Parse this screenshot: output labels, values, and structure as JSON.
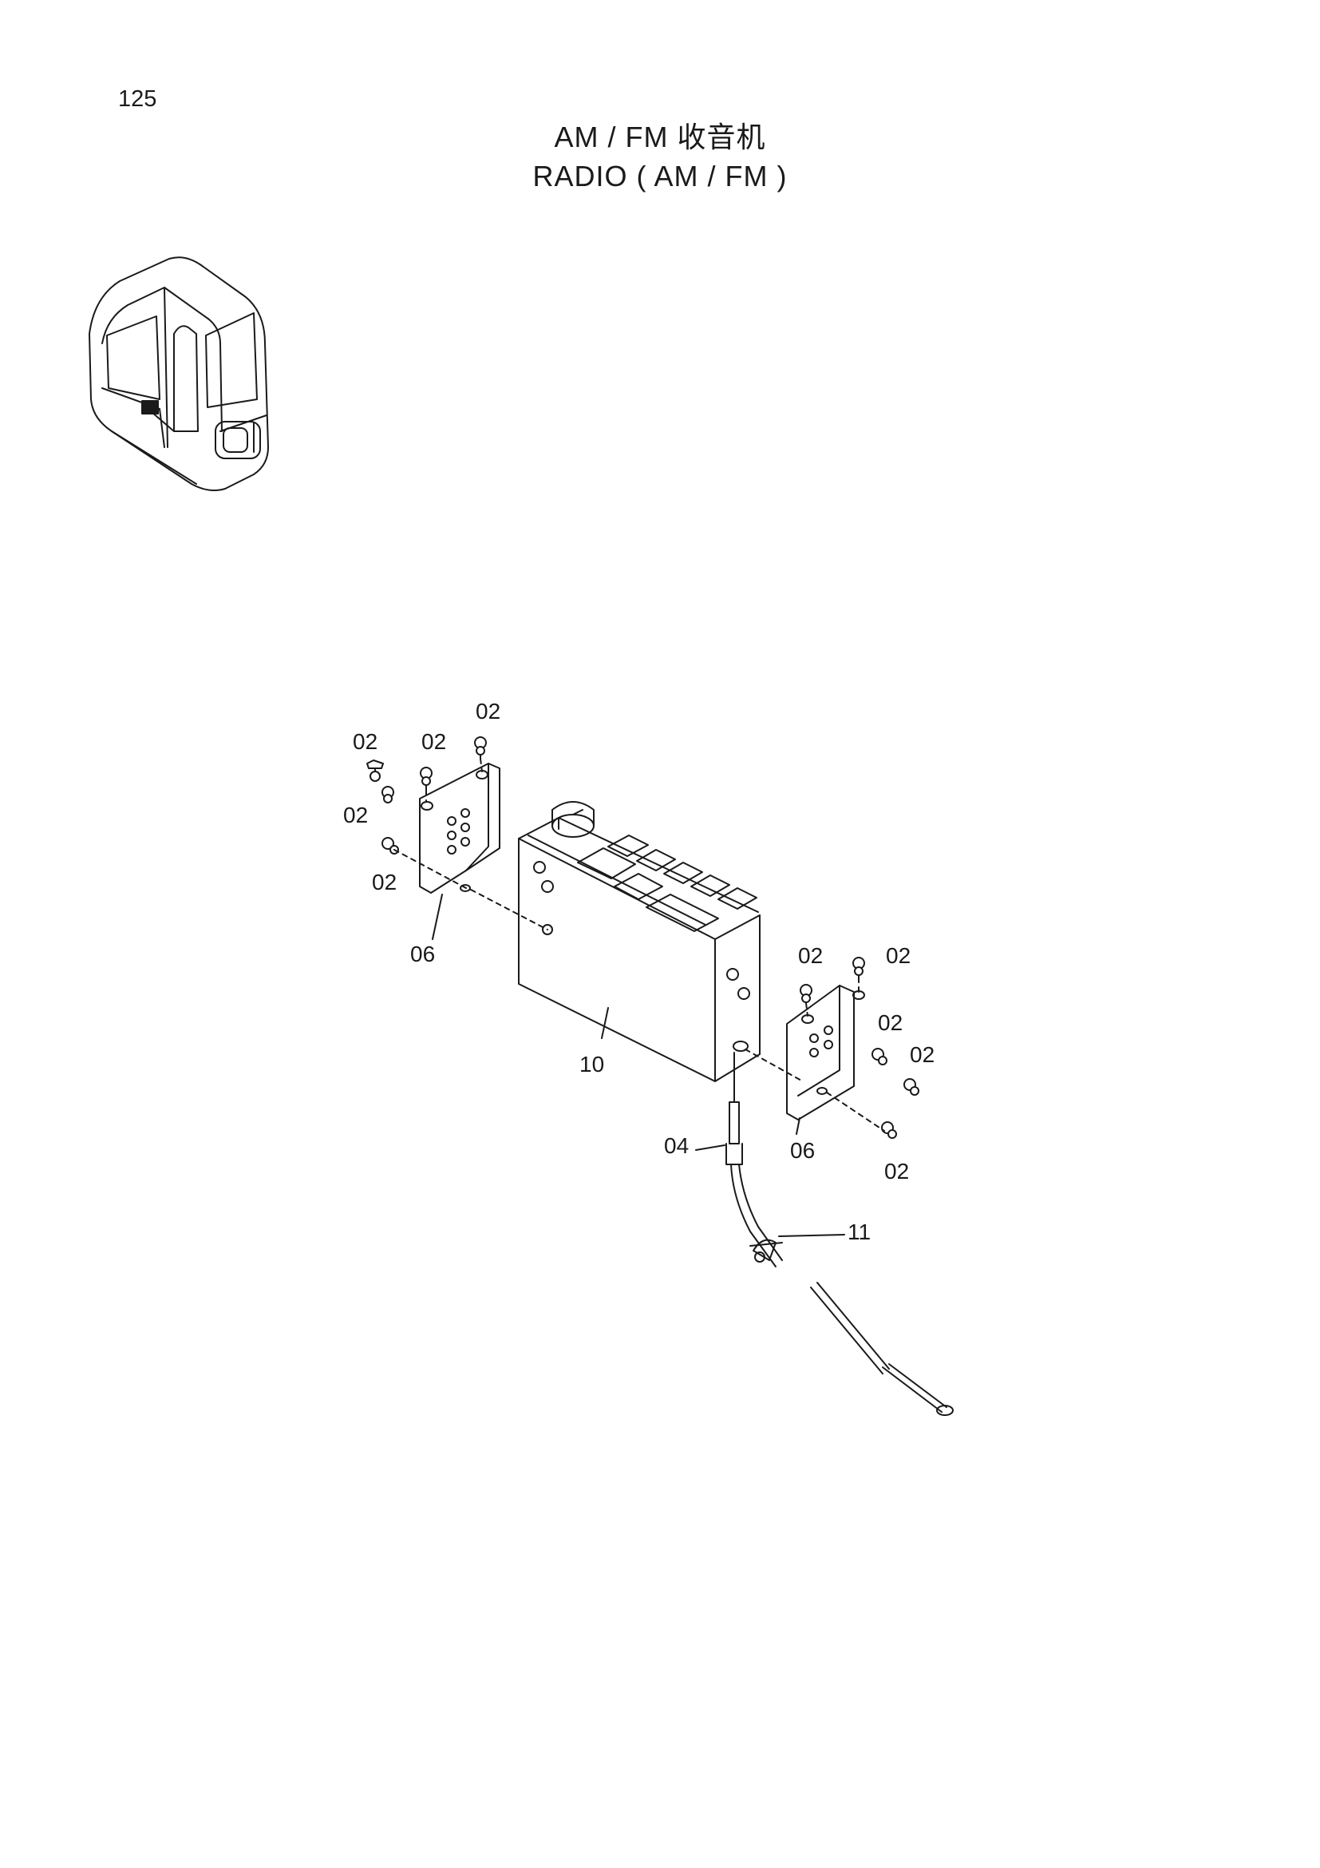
{
  "page": {
    "number": "125"
  },
  "title": {
    "chinese": "AM / FM 收音机",
    "english": "RADIO ( AM / FM )"
  },
  "callouts": {
    "c1": "02",
    "c2": "02",
    "c3": "02",
    "c4": "02",
    "c5": "02",
    "c6": "06",
    "c7": "10",
    "c8": "02",
    "c9": "02",
    "c10": "02",
    "c11": "02",
    "c12": "02",
    "c13": "06",
    "c14": "04",
    "c15": "11"
  }
}
